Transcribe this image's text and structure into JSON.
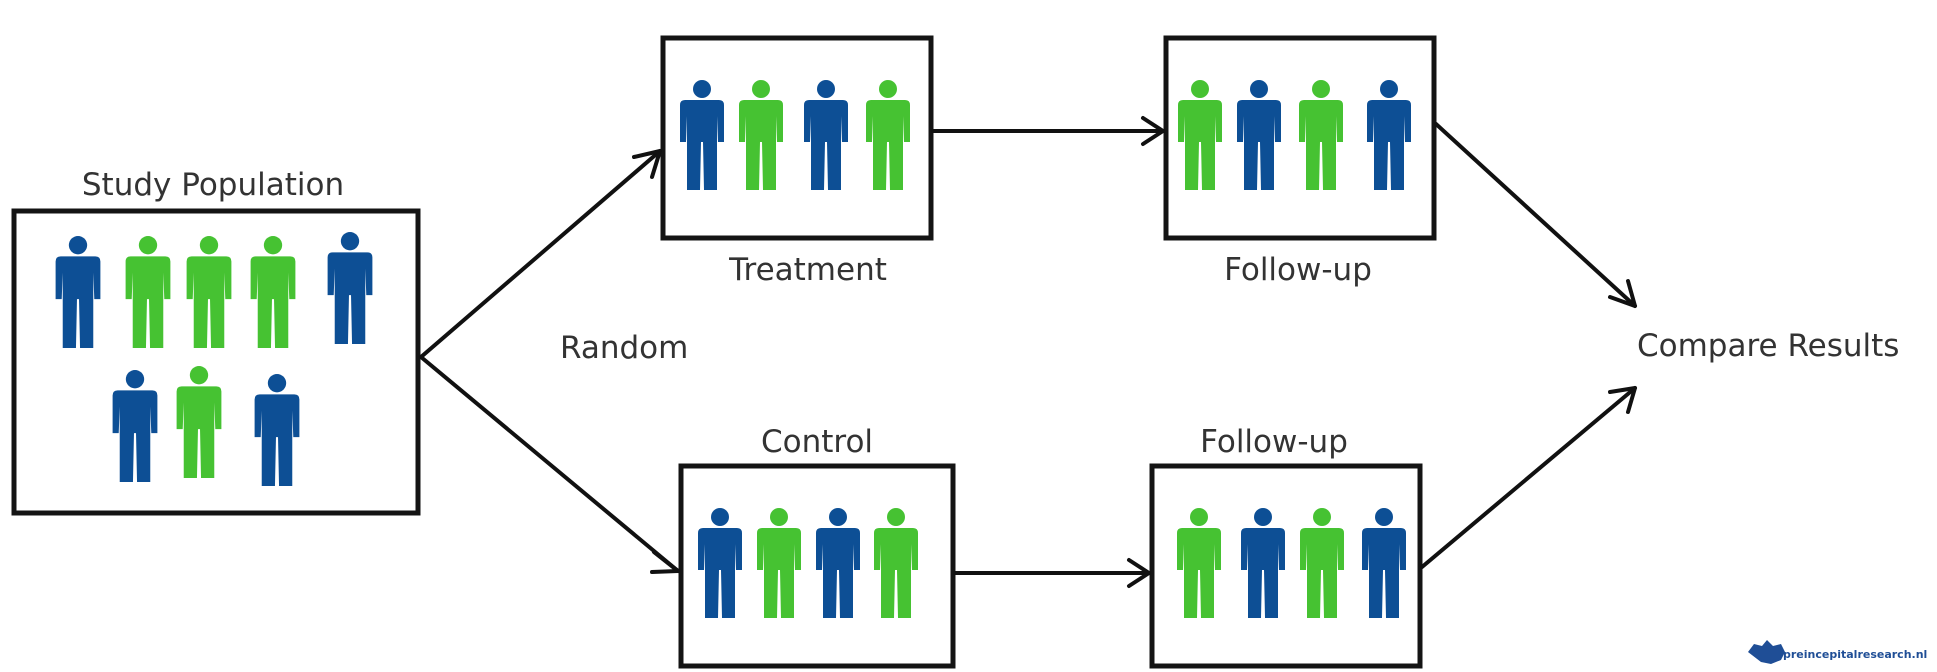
{
  "colors": {
    "group_a": "#0d4f95",
    "group_b": "#46c232",
    "stroke": "#141414",
    "text": "#333333"
  },
  "nodes": {
    "population": {
      "label": "Study Population",
      "figures": [
        "a",
        "b",
        "b",
        "b",
        "a",
        "a",
        "b",
        "a"
      ]
    },
    "treatment": {
      "label": "Treatment",
      "figures": [
        "a",
        "b",
        "a",
        "b"
      ]
    },
    "treatment_followup": {
      "label": "Follow-up",
      "figures": [
        "b",
        "a",
        "b",
        "a"
      ]
    },
    "control": {
      "label": "Control",
      "figures": [
        "a",
        "b",
        "a",
        "b"
      ]
    },
    "control_followup": {
      "label": "Follow-up",
      "figures": [
        "b",
        "a",
        "b",
        "a"
      ]
    }
  },
  "edges": [
    {
      "from": "population",
      "to": "treatment"
    },
    {
      "from": "population",
      "to": "control"
    },
    {
      "from": "treatment",
      "to": "treatment_followup"
    },
    {
      "from": "control",
      "to": "control_followup"
    },
    {
      "from": "treatment_followup",
      "to": "compare_results"
    },
    {
      "from": "control_followup",
      "to": "compare_results"
    }
  ],
  "annotations": {
    "random": "Random",
    "compare_results": "Compare Results"
  },
  "watermark": {
    "text": "preincepitalresearch.nl"
  }
}
